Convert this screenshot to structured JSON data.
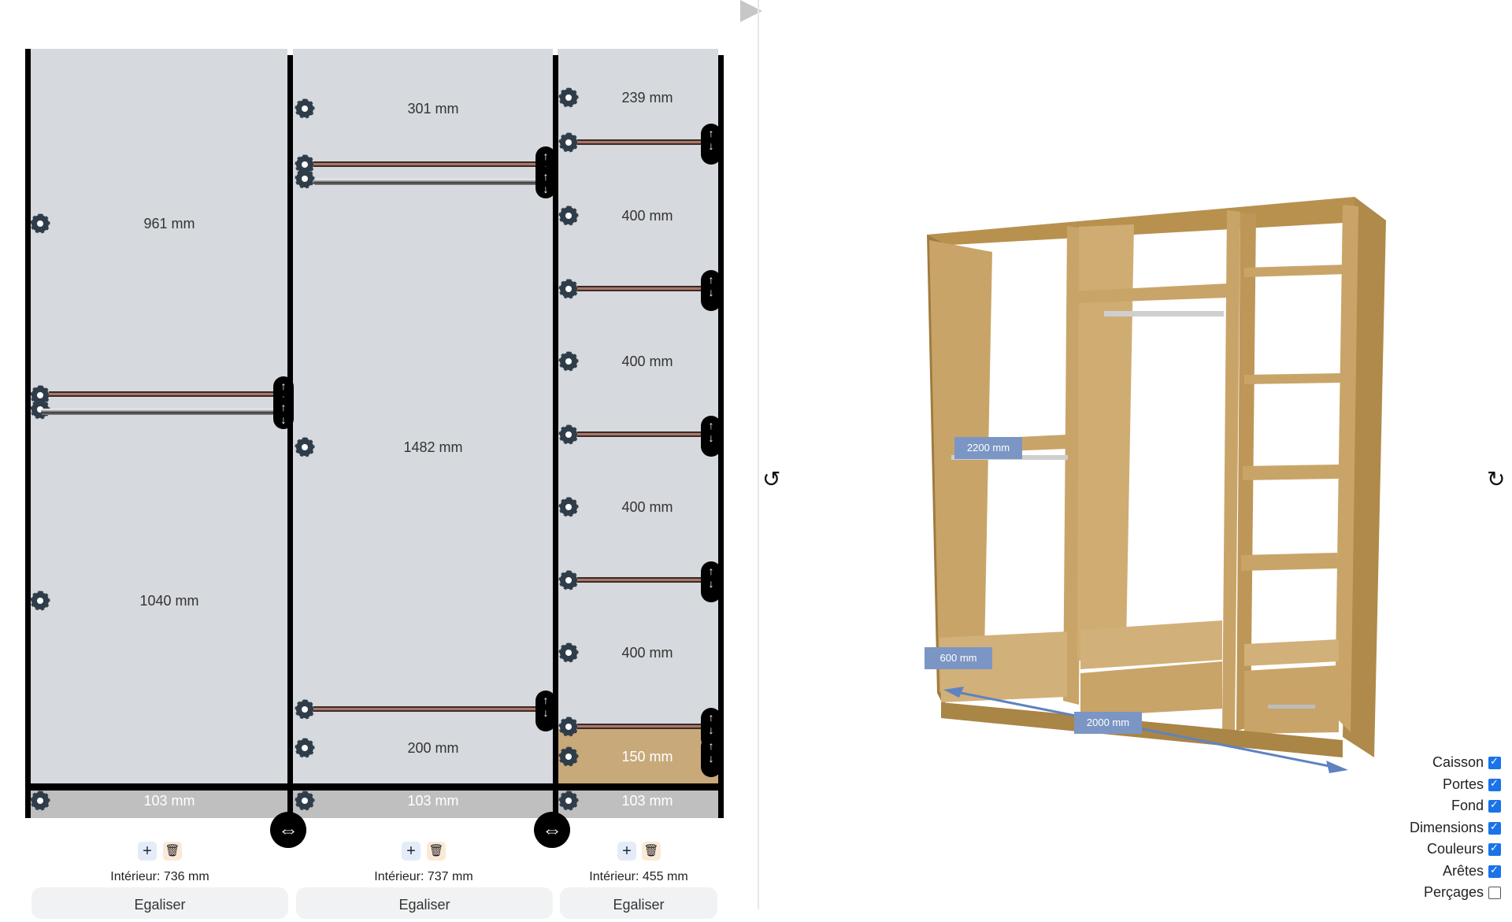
{
  "columns": [
    {
      "sections": [
        "961 mm",
        "1040 mm"
      ],
      "plinth": "103 mm",
      "interior": "Intérieur: 736 mm",
      "equalize": "Egaliser"
    },
    {
      "sections": [
        "301 mm",
        "1482 mm",
        "200 mm"
      ],
      "plinth": "103 mm",
      "interior": "Intérieur: 737 mm",
      "equalize": "Egaliser"
    },
    {
      "sections": [
        "239 mm",
        "400 mm",
        "400 mm",
        "400 mm",
        "400 mm",
        "150 mm"
      ],
      "plinth": "103 mm",
      "interior": "Intérieur: 455 mm",
      "equalize": "Egaliser"
    }
  ],
  "icons": {
    "add": "+",
    "delete": "🗑",
    "move_up_down": "⇅",
    "resize": "⇔",
    "rotate": "↻"
  },
  "preview": {
    "height_label": "2200 mm",
    "depth_label": "600 mm",
    "width_label": "2000 mm"
  },
  "options": [
    {
      "label": "Caisson",
      "checked": true
    },
    {
      "label": "Portes",
      "checked": true
    },
    {
      "label": "Fond",
      "checked": true
    },
    {
      "label": "Dimensions",
      "checked": true
    },
    {
      "label": "Couleurs",
      "checked": true
    },
    {
      "label": "Arêtes",
      "checked": true
    },
    {
      "label": "Perçages",
      "checked": false
    }
  ],
  "colors": {
    "panel": "#d6d9dd",
    "drawer": "#c8a97a",
    "shelf": "#a9776a",
    "wood": "#c9a468",
    "dim_tag": "#7b96c4"
  }
}
